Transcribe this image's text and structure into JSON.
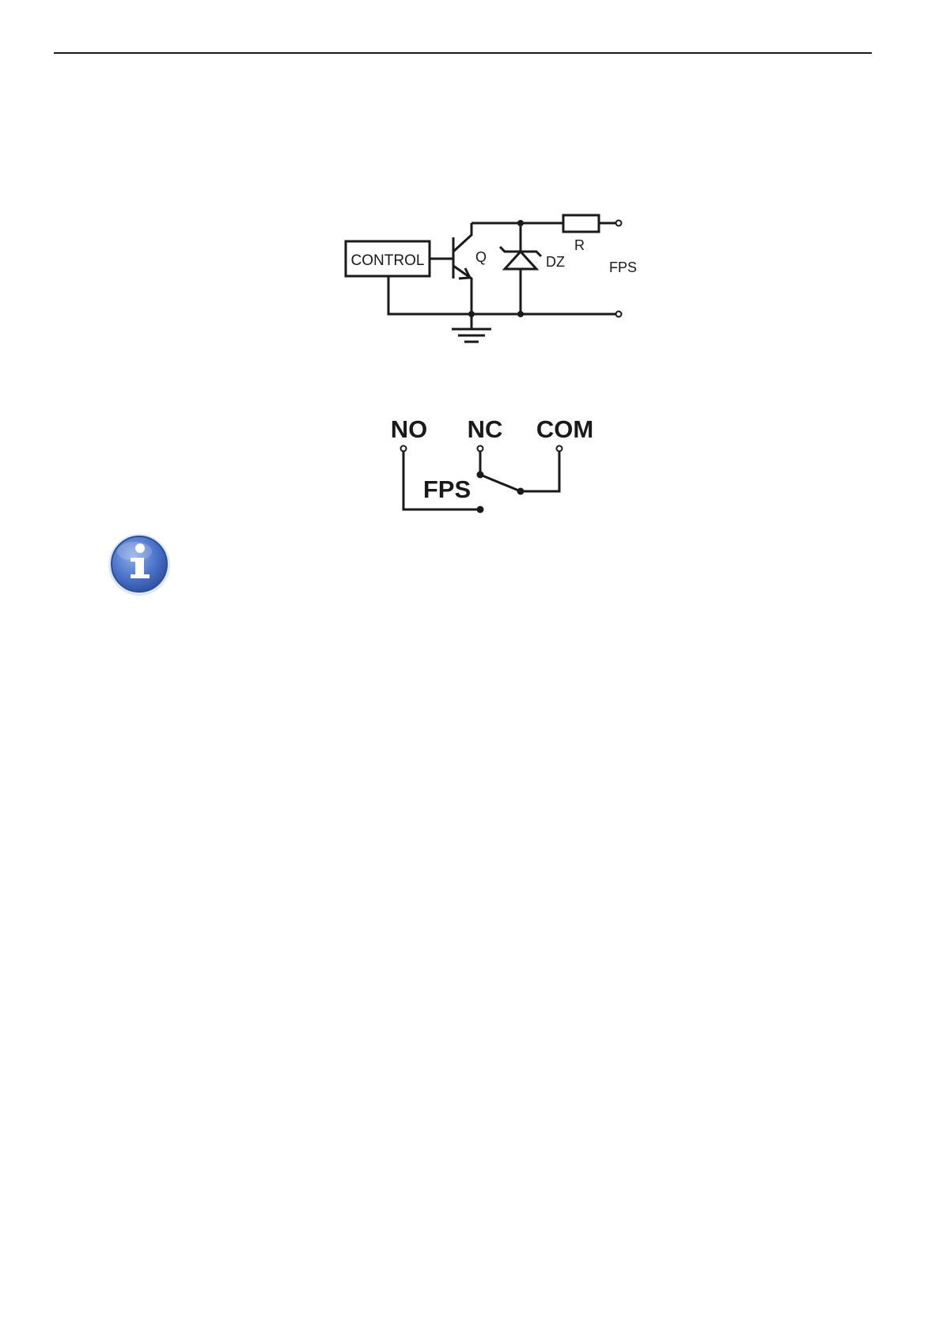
{
  "colors": {
    "line": "#1a1a1a",
    "info_icon_fill": "#4a72c9",
    "info_icon_edge": "#2e4f9c",
    "info_icon_ring": "#c9d8f3"
  },
  "circuit_diagram": {
    "control_label": "CONTROL",
    "transistor_label": "Q",
    "zener_label": "DZ",
    "resistor_label": "R",
    "output_label": "FPS"
  },
  "relay_diagram": {
    "no_label": "NO",
    "nc_label": "NC",
    "com_label": "COM",
    "switch_label": "FPS"
  },
  "note_icon": "info-icon"
}
